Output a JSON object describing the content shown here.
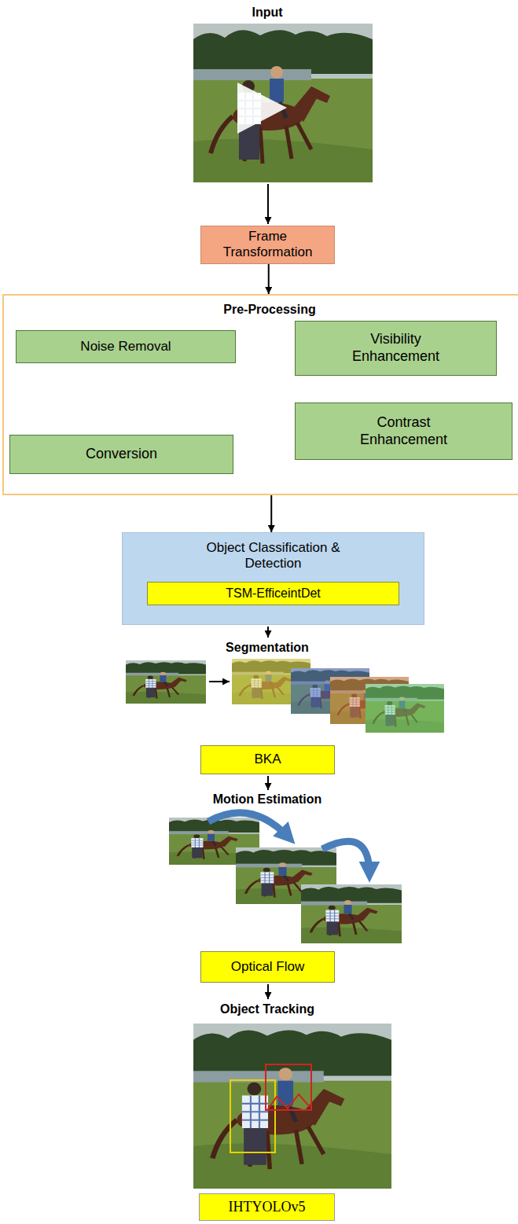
{
  "diagram": {
    "nodes": [
      {
        "text": [
          "Frame Transformation"
        ]
      },
      {
        "text": [
          "Pre-Processing"
        ]
      },
      {
        "text": [
          "Noise Removal"
        ],
        "in": 1
      },
      {
        "text": [
          "Visibility Enhancement"
        ],
        "in": 1
      },
      {
        "text": [
          "Contrast Enhancement"
        ],
        "in": 1
      },
      {
        "text": [
          "Conversion"
        ],
        "in": 1
      },
      {
        "text": [
          "Object Classification & Detection"
        ]
      },
      {
        "text": [
          "TSM-EfficeintDet"
        ],
        "in": 6
      },
      {
        "text": [
          "BKA"
        ]
      },
      {
        "text": [
          "Optical Flow"
        ]
      },
      {
        "text": [
          "IHTYOLOv5"
        ]
      }
    ],
    "edges": [
      {
        "from": 0,
        "to": 1,
        "arrow": "to"
      },
      {
        "from": 2,
        "to": 3,
        "arrow": "to"
      },
      {
        "from": 3,
        "to": 4,
        "arrow": "to"
      },
      {
        "from": 4,
        "to": 5,
        "arrow": "to"
      },
      {
        "from": 1,
        "to": 6,
        "arrow": "to"
      }
    ],
    "labels": [
      "Input",
      "Segmentation",
      "Motion Estimation",
      "Object Tracking"
    ]
  }
}
